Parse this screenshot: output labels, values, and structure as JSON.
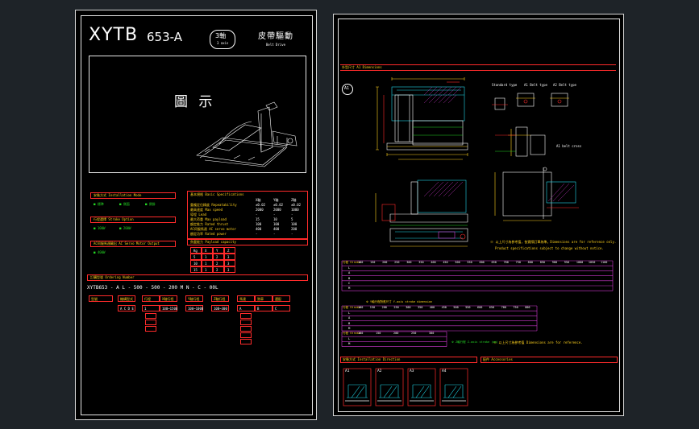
{
  "left_sheet": {
    "title_main": "XYTB",
    "title_model": "653-A",
    "axis_badge_cn": "3軸",
    "axis_badge_en": "3 axis",
    "drive_cn": "皮帶驅動",
    "drive_en": "Belt Drive",
    "figure_label": "圖 示",
    "spec_sections": [
      {
        "label": "安裝方式 Installation Mode"
      },
      {
        "label": "行程選擇 Stroke Option"
      },
      {
        "label": "AC伺服馬達輸出 AC Servo Motor Output"
      }
    ],
    "spec_options": [
      "■ 標準",
      "■ 側面",
      "■ 倒掛",
      "■ 100W",
      "■ 200W",
      "■ 400W"
    ],
    "basic_spec_title": "基本規格 Basic Specifications",
    "basic_spec_header": [
      "",
      "X軸",
      "Y軸",
      "Z軸"
    ],
    "basic_spec_rows": [
      [
        "重複定位精度 Repeatability",
        "±0.02",
        "±0.02",
        "±0.02"
      ],
      [
        "最高速度 Max speed",
        "2000",
        "2000",
        "1000"
      ],
      [
        "導程 Lead",
        "-",
        "-",
        "-"
      ],
      [
        "最大荷重 Max payload",
        "15",
        "10",
        "5"
      ],
      [
        "額定推力 Rated thrust",
        "100",
        "100",
        "100"
      ],
      [
        "AC伺服馬達 AC servo motor",
        "400",
        "400",
        "200"
      ],
      [
        "額定功率 Rated power",
        "-",
        "-",
        "-"
      ]
    ],
    "payload_title": "負載能力 Payload capacity",
    "payload_header": [
      "Kg",
      "X",
      "Y",
      "Z"
    ],
    "payload_rows": [
      [
        "5",
        "1",
        "2",
        "3"
      ],
      [
        "10",
        "1",
        "2",
        "3"
      ],
      [
        "15",
        "1",
        "2",
        "3"
      ]
    ],
    "ordering_title": "訂購型號 Ordering Number",
    "ordering_code": "XYTB653 - A    L - 500 - 500 - 200  M  N - C - 00L",
    "ordering_boxes": [
      "型號",
      "機構型式",
      "行程",
      "X軸行程",
      "Y軸行程",
      "Z軸行程",
      "馬達",
      "煞車",
      "選配"
    ],
    "ordering_sub": [
      "A  C  D  E",
      "1",
      "100~1500",
      "100~1000",
      "100~300",
      "A",
      "B",
      "C"
    ]
  },
  "right_sheet": {
    "main_title": "外型尺寸 A1  Dimensions",
    "a1_badge": "A1",
    "top_right_labels": [
      "Standard type",
      "A1 Belt type",
      "A2 Belt type"
    ],
    "side_label": "A1 belt cross",
    "note1": "※ 以上尺寸為參考值，依實際訂單為準。Dimensions are for reference only.",
    "note2": "Product specifications subject to change without notice.",
    "table1_header_label": "行程 Stroke",
    "table1_rows": [
      "L",
      "A",
      "B",
      "C",
      "M"
    ],
    "table1_stroke_values": [
      "100",
      "150",
      "200",
      "250",
      "300",
      "350",
      "400",
      "450",
      "500",
      "550",
      "600",
      "650",
      "700",
      "750",
      "800",
      "850",
      "900",
      "950",
      "1000",
      "1050",
      "1100"
    ],
    "table2_header_label": "行程 Stroke",
    "table2_caption": "※ Y軸行程對應尺寸 Y-axis stroke dimension",
    "table2_rows": [
      "L",
      "A",
      "B",
      "M"
    ],
    "table2_values": [
      "100",
      "150",
      "200",
      "250",
      "300",
      "350",
      "400",
      "450",
      "500",
      "550",
      "600",
      "650",
      "700",
      "750",
      "800"
    ],
    "table3_header_label": "行程 Stroke",
    "table3_rows": [
      "L",
      "M"
    ],
    "table3_values": [
      "100",
      "150",
      "200",
      "250",
      "300"
    ],
    "table3_note": "※ Z軸行程 Z-axis stroke (mm)",
    "right_note": "※ 以上尺寸為參考值 Dimensions are for reference.",
    "install_title": "安裝方式 Installation Direction",
    "accessory_title": "配件 Accessories",
    "install_badges": [
      "A1",
      "A2",
      "A3",
      "A4"
    ]
  }
}
